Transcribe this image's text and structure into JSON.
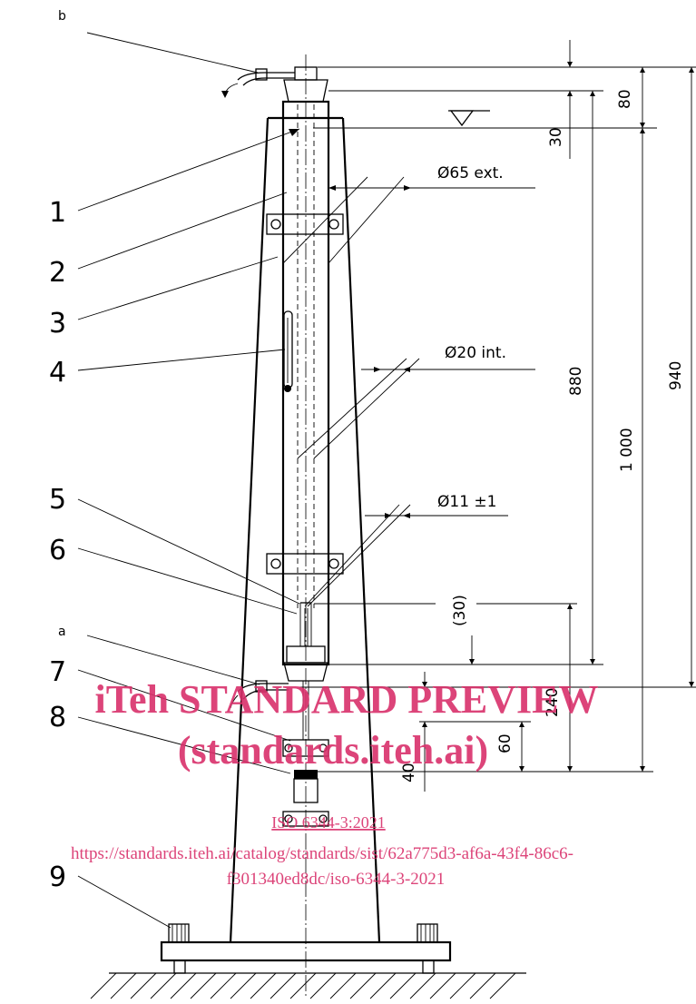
{
  "callouts": {
    "b": "b",
    "a": "a",
    "n1": "1",
    "n2": "2",
    "n3": "3",
    "n4": "4",
    "n5": "5",
    "n6": "6",
    "n7": "7",
    "n8": "8",
    "n9": "9"
  },
  "dimensions": {
    "d80": "80",
    "d30": "30",
    "d880": "880",
    "d940": "940",
    "d1000": "1 000",
    "d30p": "(30)",
    "d240": "240",
    "d60": "60",
    "d40": "40",
    "ext": "Ø65 ext.",
    "int": "Ø20 int.",
    "tol": "Ø11 ±1"
  },
  "watermark": {
    "title": "iTeh STANDARD PREVIEW",
    "site": "(standards.iteh.ai)",
    "standard": "ISO 6344-3:2021",
    "url_line1": "https://standards.iteh.ai/catalog/standards/sist/62a775d3-af6a-43f4-86c6-",
    "url_line2": "f301340ed8dc/iso-6344-3-2021"
  }
}
